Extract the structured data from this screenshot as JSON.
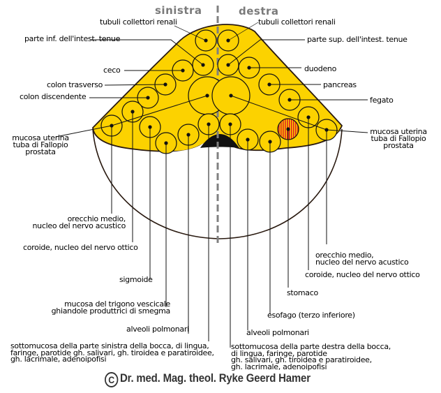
{
  "header": {
    "left_side": "sinistra",
    "right_side": "destra"
  },
  "labels": {
    "left": {
      "tubuli": "tubuli collettori renali",
      "intestino_inf": "parte  inf.   dell'intest. tenue",
      "ceco": "ceco",
      "colon_trasverso": "colon trasverso",
      "colon_discendente": "colon discendente",
      "mucosa_uterina": [
        "mucosa uterina",
        "tuba di Fallopio",
        "prostata"
      ],
      "orecchio": [
        "orecchio medio,",
        "nucleo del nervo acustico"
      ],
      "coroide": "coroide, nucleo del nervo ottico",
      "sigmoide": "sigmoide",
      "trigono": [
        "mucosa del trigono vescicale",
        "ghiandole produttrici di smegma"
      ],
      "alveoli": "alveoli polmonari",
      "sottomucosa": [
        "sottomucosa della parte sinistra della bocca, di lingua,",
        " faringe, parotide gh. salivari, gh. tiroidea e paratiroidee,",
        "gh. lacrimale, adenoipofisi"
      ]
    },
    "right": {
      "tubuli": "tubuli collettori renali",
      "intestino_sup": "parte sup. dell'intest. tenue",
      "duodeno": "duodeno",
      "pancreas": "pancreas",
      "fegato": "fegato",
      "mucosa_uterina": [
        "mucosa uterina",
        "tuba di Fallopio",
        "prostata"
      ],
      "orecchio": [
        "orecchio medio,",
        "nucleo del nervo acustico"
      ],
      "coroide": "coroide, nucleo del nervo ottico",
      "stomaco": "stomaco",
      "esofago": "esofago (terzo inferiore)",
      "alveoli": "alveoli polmonari",
      "sottomucosa": [
        "sottomucosa della parte destra della bocca,",
        "di lingua, faringe, parotide",
        "gh. salivari, gh. tiroidea e paratiroidee,",
        "gh. lacrimale, adenoipofisi"
      ]
    }
  },
  "copyright": {
    "symbol": "C",
    "text": "Dr. med. Mag. theol. Ryke Geerd Hamer"
  },
  "colors": {
    "brainstem_fill": "#FCD200",
    "highlight_fill": "#E02020",
    "midline": "#808080",
    "outline": "#2a1a10"
  }
}
